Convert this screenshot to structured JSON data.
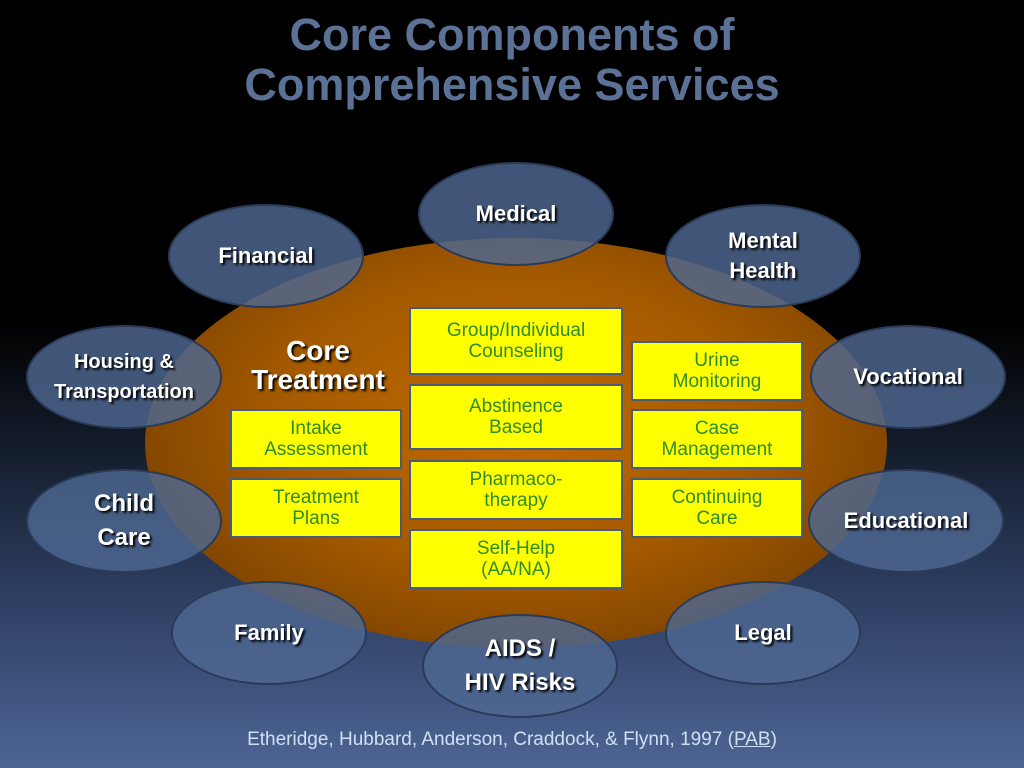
{
  "title": {
    "line1": "Core Components of",
    "line2": "Comprehensive Services"
  },
  "core": {
    "label": "Core\nTreatment",
    "boxes": {
      "group_counseling": "Group/Individual\nCounseling",
      "abstinence": "Abstinence\nBased",
      "pharmaco": "Pharmaco-\ntherapy",
      "self_help": "Self-Help\n(AA/NA)",
      "intake": "Intake\nAssessment",
      "treatment_plans": "Treatment\nPlans",
      "urine": "Urine\nMonitoring",
      "case_mgmt": "Case\nManagement",
      "continuing": "Continuing\nCare"
    }
  },
  "services": {
    "medical": "Medical",
    "mental_health": "Mental\nHealth",
    "vocational": "Vocational",
    "educational": "Educational",
    "legal": "Legal",
    "aids": "AIDS /\nHIV Risks",
    "family": "Family",
    "child_care": "Child\nCare",
    "housing": "Housing &\nTransportation",
    "financial": "Financial"
  },
  "citation": {
    "text": "Etheridge, Hubbard, Anderson, Craddock, & Flynn, 1997 (",
    "link": "PAB",
    "close": ")"
  },
  "colors": {
    "title": "#5b7196",
    "box_fill": "#ffff00",
    "box_text": "#2e8b2e",
    "oval_fill": "#4e6891",
    "core_fill": "#a55a00"
  }
}
